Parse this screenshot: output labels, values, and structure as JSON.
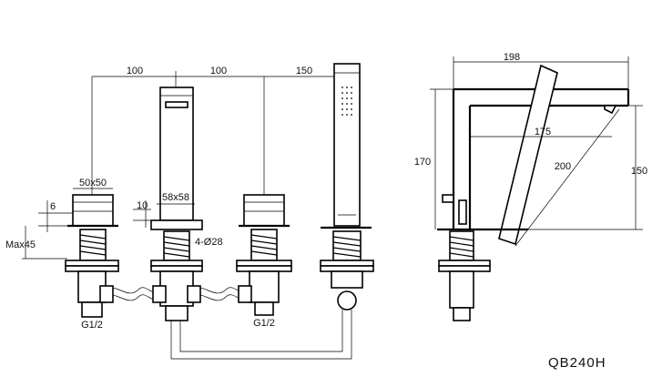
{
  "front_view": {
    "dimensions": {
      "spacing_1": "100",
      "spacing_2": "100",
      "spacing_3": "150",
      "handle_size": "50x50",
      "spout_size": "58x58",
      "handle_gap": "6",
      "spout_gap": "10",
      "max_deck": "Max45",
      "hole_dia": "4-Ø28",
      "thread_left": "G1/2",
      "thread_right": "G1/2"
    }
  },
  "side_view": {
    "dimensions": {
      "reach": "198",
      "body_height": "170",
      "spout_projection": "175",
      "diagonal": "200",
      "outlet_height": "150"
    }
  },
  "model_code": "QB240H"
}
